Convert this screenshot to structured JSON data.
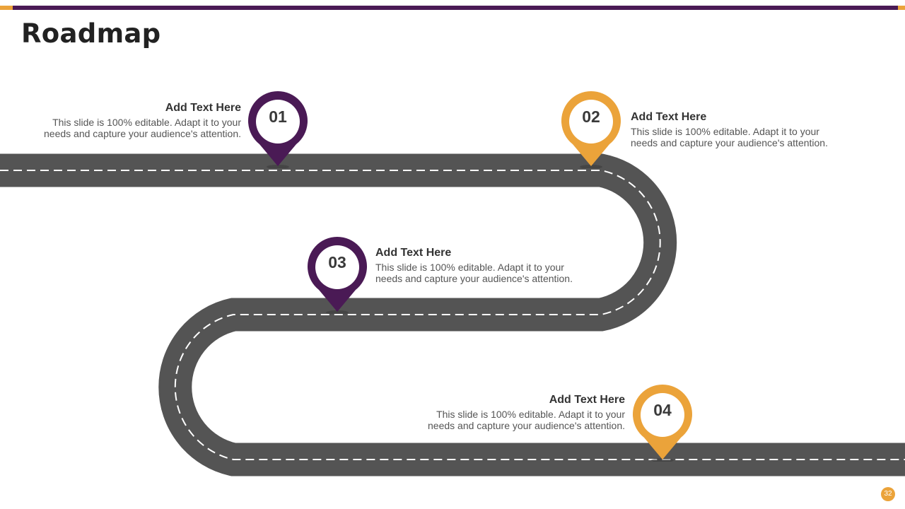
{
  "title": "Roadmap",
  "colors": {
    "purple": "#4a1a55",
    "orange": "#eba33a",
    "road": "#545454",
    "road_line": "#ffffff",
    "number_text": "#3a3a3a"
  },
  "milestones": [
    {
      "number": "01",
      "heading": "Add  Text Here",
      "body_line1": "This slide is 100% editable. Adapt it to your",
      "body_line2": "needs and capture your audience's attention.",
      "color": "#4a1a55"
    },
    {
      "number": "02",
      "heading": "Add  Text Here",
      "body_line1": "This slide is 100% editable. Adapt it to your",
      "body_line2": "needs and capture your audience's attention.",
      "color": "#eba33a"
    },
    {
      "number": "03",
      "heading": "Add  Text Here",
      "body_line1": "This slide is 100% editable. Adapt it to your",
      "body_line2": "needs and capture your audience's attention.",
      "color": "#4a1a55"
    },
    {
      "number": "04",
      "heading": "Add  Text Here",
      "body_line1": "This slide is 100% editable. Adapt it to your",
      "body_line2": "needs and capture your audience's attention.",
      "color": "#eba33a"
    }
  ],
  "page_number": "32"
}
